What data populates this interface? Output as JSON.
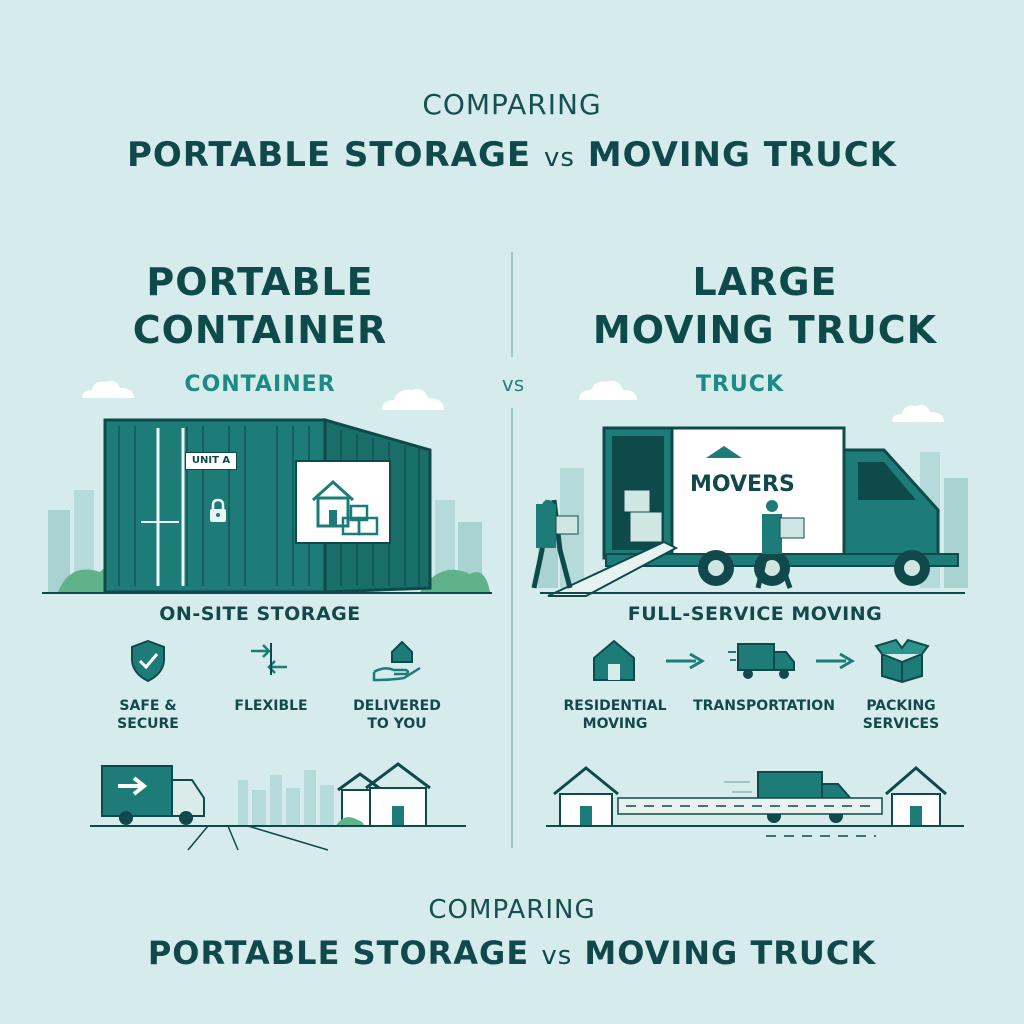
{
  "header": {
    "kicker": "COMPARING",
    "title_left": "PORTABLE STORAGE",
    "title_vs": "vs",
    "title_right": "MOVING TRUCK"
  },
  "left": {
    "title_line1": "PORTABLE",
    "title_line2": "CONTAINER",
    "subtitle": "CONTAINER",
    "container_label": "UNIT A",
    "section": "ON-SITE STORAGE",
    "features": [
      {
        "icon": "shield-check-icon",
        "line1": "SAFE &",
        "line2": "SECURE"
      },
      {
        "icon": "flexible-arrows-icon",
        "line1": "FLEXIBLE",
        "line2": ""
      },
      {
        "icon": "hand-house-icon",
        "line1": "DELIVERED",
        "line2": "TO YOU"
      }
    ]
  },
  "divider": {
    "vs": "vs"
  },
  "right": {
    "title_line1": "LARGE",
    "title_line2": "MOVING TRUCK",
    "subtitle": "TRUCK",
    "truck_brand": "MOVERS",
    "section": "FULL-SERVICE MOVING",
    "features": [
      {
        "icon": "house-icon",
        "line1": "RESIDENTIAL",
        "line2": "MOVING"
      },
      {
        "icon": "truck-icon",
        "line1": "TRANSPORTATION",
        "line2": ""
      },
      {
        "icon": "open-box-icon",
        "line1": "PACKING",
        "line2": "SERVICES"
      }
    ]
  },
  "footer": {
    "kicker": "COMPARING",
    "title_left": "PORTABLE STORAGE",
    "title_vs": "vs",
    "title_right": "MOVING TRUCK"
  },
  "colors": {
    "background": "#d6ecec",
    "primary_teal": "#1e7c78",
    "dark_teal": "#11484b",
    "accent_teal": "#1d8a85",
    "skyline": "#a8d3d1"
  }
}
